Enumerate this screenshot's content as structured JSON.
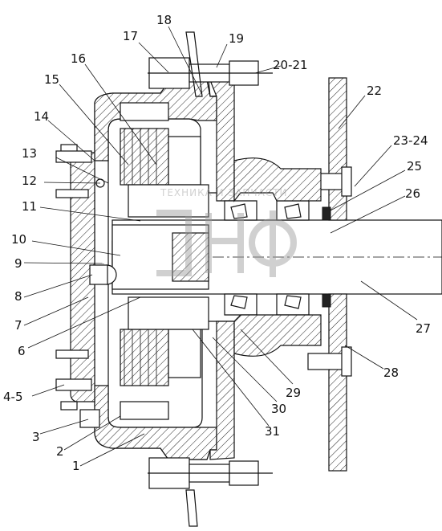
{
  "watermark": {
    "text": "ТЕХНИКА И ЗАПЧАСТИ",
    "logo": "ЭНФ"
  },
  "callouts": [
    {
      "id": "17",
      "label": "17"
    },
    {
      "id": "18",
      "label": "18"
    },
    {
      "id": "19",
      "label": "19"
    },
    {
      "id": "20-21",
      "label": "20-21"
    },
    {
      "id": "22",
      "label": "22"
    },
    {
      "id": "23-24",
      "label": "23-24"
    },
    {
      "id": "25",
      "label": "25"
    },
    {
      "id": "26",
      "label": "26"
    },
    {
      "id": "27",
      "label": "27"
    },
    {
      "id": "28",
      "label": "28"
    },
    {
      "id": "29",
      "label": "29"
    },
    {
      "id": "30",
      "label": "30"
    },
    {
      "id": "31",
      "label": "31"
    },
    {
      "id": "16",
      "label": "16"
    },
    {
      "id": "15",
      "label": "15"
    },
    {
      "id": "14",
      "label": "14"
    },
    {
      "id": "13",
      "label": "13"
    },
    {
      "id": "12",
      "label": "12"
    },
    {
      "id": "11",
      "label": "11"
    },
    {
      "id": "10",
      "label": "10"
    },
    {
      "id": "9",
      "label": "9"
    },
    {
      "id": "8",
      "label": "8"
    },
    {
      "id": "7",
      "label": "7"
    },
    {
      "id": "6",
      "label": "6"
    },
    {
      "id": "4-5",
      "label": "4-5"
    },
    {
      "id": "3",
      "label": "3"
    },
    {
      "id": "2",
      "label": "2"
    },
    {
      "id": "1",
      "label": "1"
    }
  ]
}
